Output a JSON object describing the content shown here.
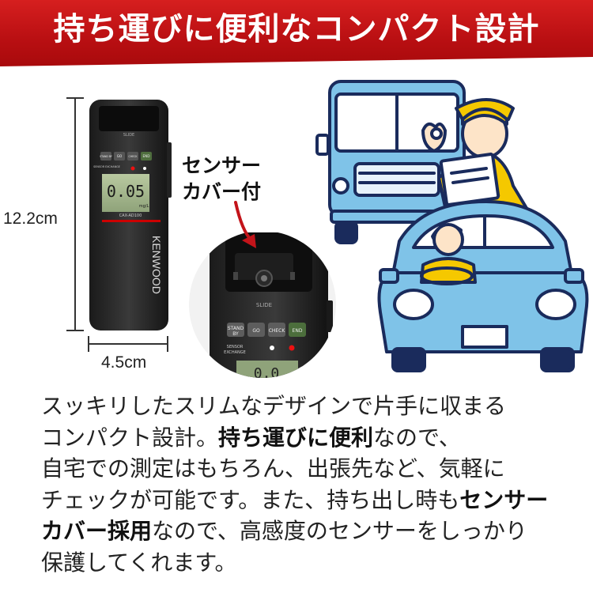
{
  "header": {
    "title": "持ち運びに便利なコンパクト設計",
    "colors": {
      "banner": "#c3141a",
      "text": "#ffffff"
    }
  },
  "device": {
    "brand": "KENWOOD",
    "model": "CAX-AD100",
    "slide_label": "SLIDE",
    "display_value": "0.05",
    "display_unit": "mg/L",
    "buttons": [
      "STAND BY",
      "GO",
      "CHECK",
      "END"
    ],
    "sensor_exchange_label": "SENSOR EXCHANGE",
    "icon": "breathalyzer-device-icon"
  },
  "dimensions": {
    "height": "12.2cm",
    "width": "4.5cm"
  },
  "callout": {
    "line1": "センサー",
    "line2": "カバー付"
  },
  "illustration": {
    "icon": "truck-and-car-drivers-illustration",
    "colors": {
      "vehicle": "#7fc3e8",
      "uniform": "#f5c800",
      "outline": "#1a2b5c"
    }
  },
  "description": {
    "line1": "スッキリしたスリムなデザインで片手に収まる",
    "line2_a": "コンパクト設計。",
    "line2_b": "持ち運びに便利",
    "line2_c": "なので、",
    "line3": "自宅での測定はもちろん、出張先など、気軽に",
    "line4_a": "チェックが可能です。また、持ち出し時も",
    "line4_b": "センサー",
    "line5_a": "カバー採用",
    "line5_b": "なので、高感度のセンサーをしっかり",
    "line6": "保護してくれます。"
  }
}
